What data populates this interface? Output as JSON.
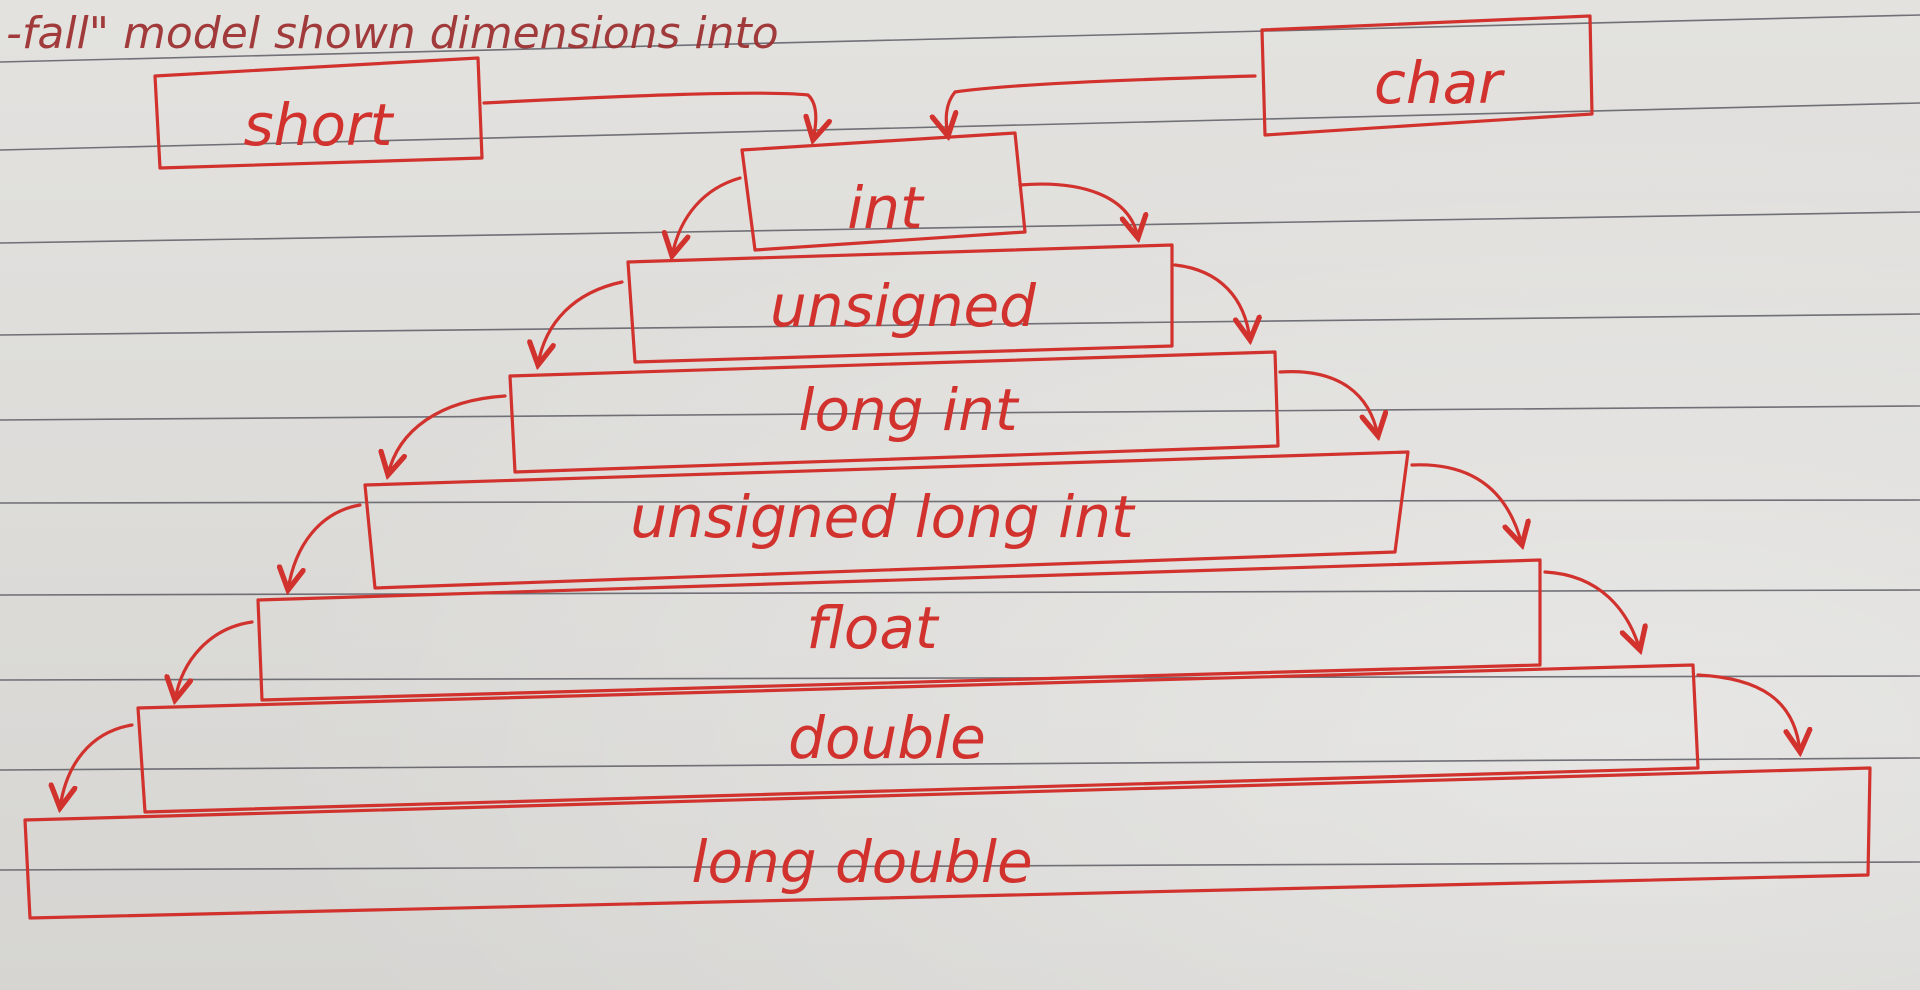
{
  "header_note": "-fall\" model shown dimensions into",
  "types": {
    "short": "short",
    "char": "char",
    "int": "int",
    "unsigned": "unsigned",
    "long_int": "long int",
    "unsigned_long_int": "unsigned long int",
    "float": "float",
    "double": "double",
    "long_double": "long double"
  },
  "colors": {
    "ink": "#d2322d",
    "paper": "#dedddb",
    "rule_lines": "#4b4b55"
  }
}
